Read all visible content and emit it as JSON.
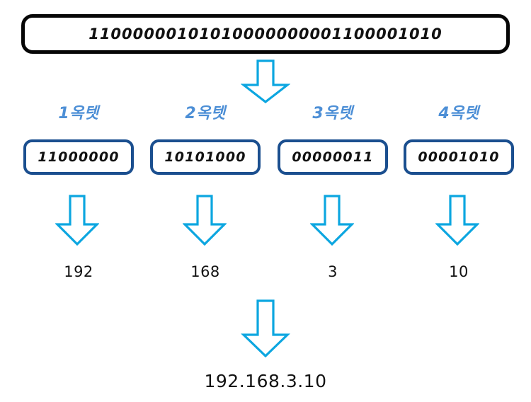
{
  "diagram": {
    "title_binary": "11000000101010000000001100001010",
    "full_binary_display": "11000000101010000000001100001010",
    "colors": {
      "arrow_stroke": "#0CA6E0",
      "octet_box_border": "#1b4f8f",
      "octet_label_text": "#4d8fd6",
      "full_box_border": "#060606",
      "text_black": "#121212",
      "background": "#ffffff"
    },
    "octets": [
      {
        "label": "1옥텟",
        "binary": "11000000",
        "decimal": "192"
      },
      {
        "label": "2옥텟",
        "binary": "10101000",
        "decimal": "168"
      },
      {
        "label": "3옥텟",
        "binary": "00000011",
        "decimal": "3"
      },
      {
        "label": "4옥텟",
        "binary": "00001010",
        "decimal": "10"
      }
    ],
    "result": "192.168.3.10",
    "arrows": {
      "split_arrow_name": "split-down-arrow",
      "octet_arrow_name": "octet-down-arrow",
      "result_arrow_name": "result-down-arrow"
    }
  }
}
